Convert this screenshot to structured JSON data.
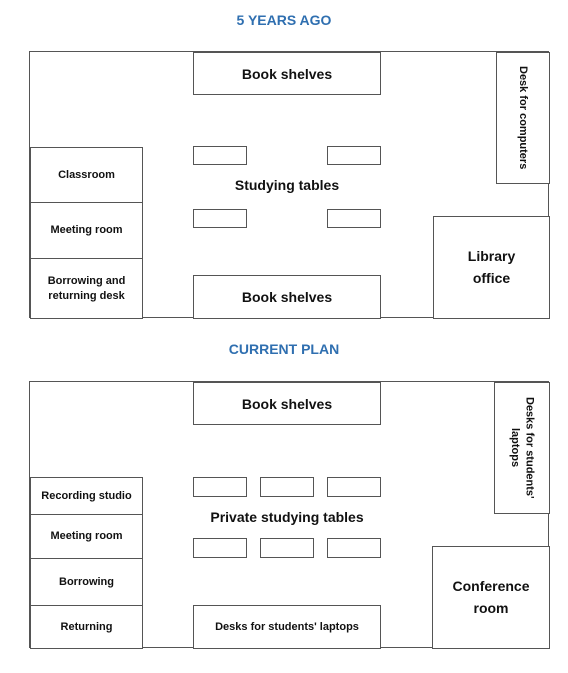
{
  "plan_old": {
    "title": "5 YEARS AGO",
    "book_shelves_top": "Book shelves",
    "book_shelves_bottom": "Book shelves",
    "studying_tables": "Studying tables",
    "classroom": "Classroom",
    "meeting_room": "Meeting room",
    "borrowing_returning_desk": "Borrowing and returning desk",
    "desk_for_computers": "Desk for computers",
    "library_office": "Library office"
  },
  "plan_current": {
    "title": "CURRENT PLAN",
    "book_shelves": "Book shelves",
    "private_studying_tables": "Private studying tables",
    "recording_studio": "Recording studio",
    "meeting_room": "Meeting room",
    "borrowing": "Borrowing",
    "returning": "Returning",
    "desks_laptops_bottom": "Desks for students' laptops",
    "desks_laptops_right": "Desks for students' laptops",
    "conference_room": "Conference room"
  },
  "colors": {
    "title_blue": "#2f6fb0",
    "line": "#555555"
  }
}
